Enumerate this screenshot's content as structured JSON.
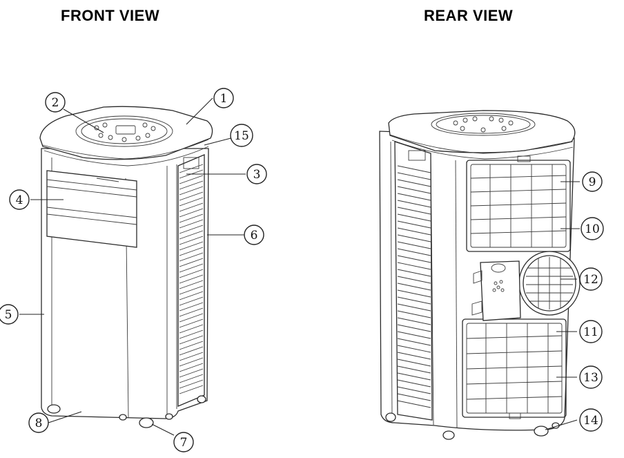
{
  "titles": {
    "front": "FRONT VIEW",
    "rear": "REAR VIEW"
  },
  "callouts": [
    {
      "id": "c1",
      "label": "1"
    },
    {
      "id": "c2",
      "label": "2"
    },
    {
      "id": "c3",
      "label": "3"
    },
    {
      "id": "c4",
      "label": "4"
    },
    {
      "id": "c5",
      "label": "5"
    },
    {
      "id": "c6",
      "label": "6"
    },
    {
      "id": "c7",
      "label": "7"
    },
    {
      "id": "c8",
      "label": "8"
    },
    {
      "id": "c9",
      "label": "9"
    },
    {
      "id": "c10",
      "label": "10"
    },
    {
      "id": "c11",
      "label": "11"
    },
    {
      "id": "c12",
      "label": "12"
    },
    {
      "id": "c13",
      "label": "13"
    },
    {
      "id": "c14",
      "label": "14"
    },
    {
      "id": "c15",
      "label": "15"
    }
  ]
}
